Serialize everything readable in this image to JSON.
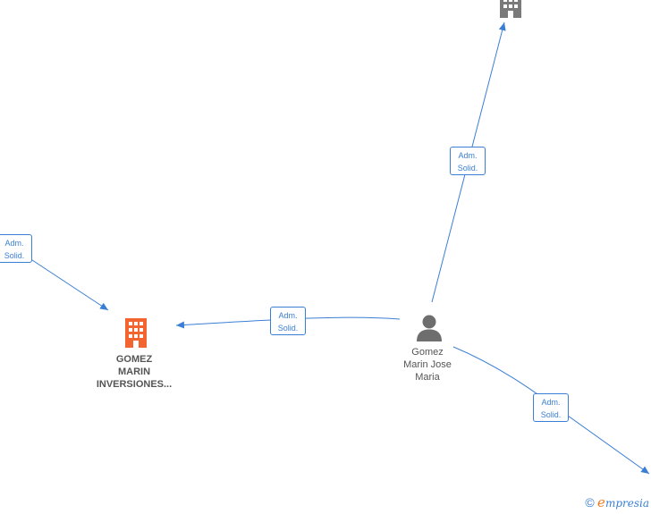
{
  "nodes": {
    "company_main": {
      "lines": [
        "GOMEZ",
        "MARIN",
        "INVERSIONES..."
      ],
      "color": "#f26430"
    },
    "company_top": {
      "color": "#7a7a7a"
    },
    "person": {
      "lines": [
        "Gomez",
        "Marin Jose",
        "Maria"
      ],
      "color": "#6e6e6e"
    }
  },
  "edge_labels": {
    "left": [
      "Adm.",
      "Solid."
    ],
    "center": [
      "Adm.",
      "Solid."
    ],
    "top": [
      "Adm.",
      "Solid."
    ],
    "bottom": [
      "Adm.",
      "Solid."
    ]
  },
  "colors": {
    "edge": "#3a7fd5"
  },
  "brand": {
    "copyright": "©",
    "initial": "e",
    "name": "mpresia"
  }
}
